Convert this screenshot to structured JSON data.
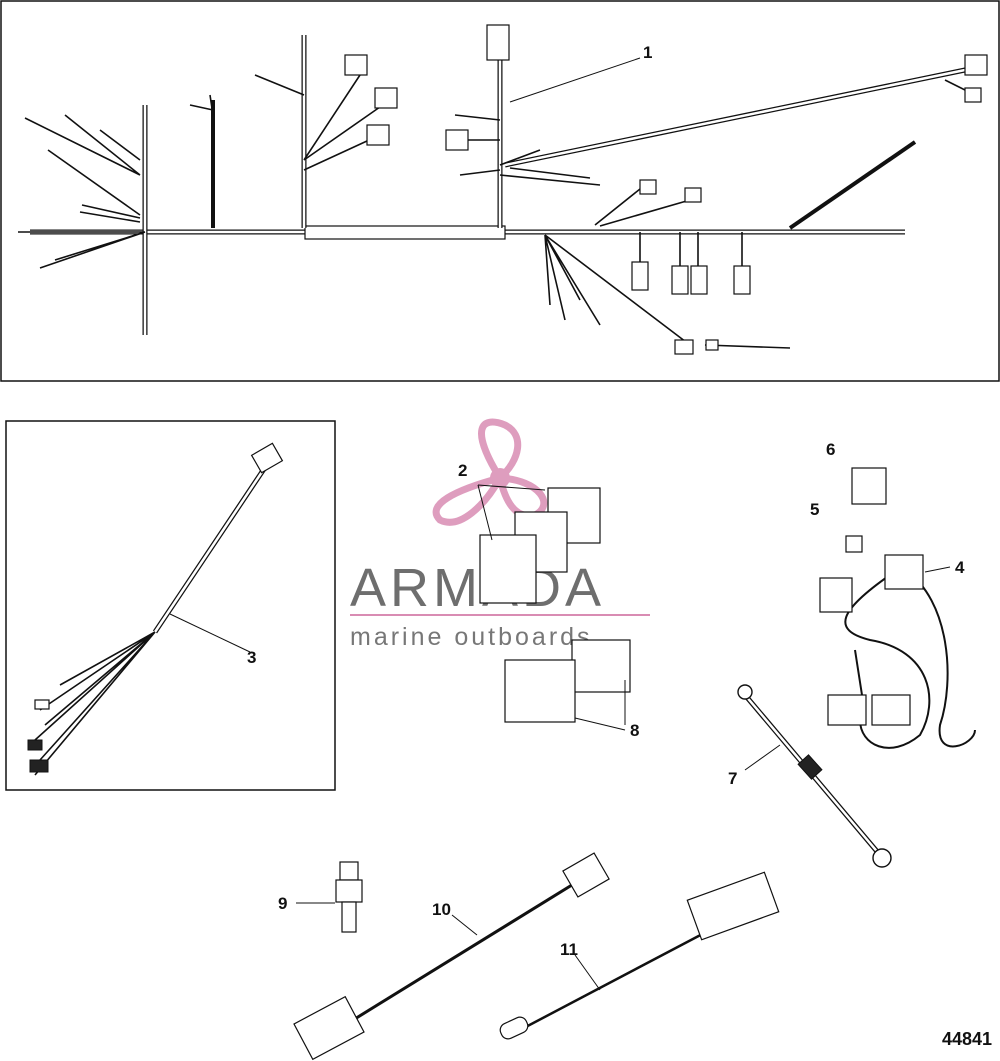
{
  "figure_number": "44841",
  "callouts": [
    "1",
    "2",
    "3",
    "4",
    "5",
    "6",
    "7",
    "8",
    "9",
    "10",
    "11"
  ],
  "watermark": {
    "brand": "ARMADA",
    "tagline": "marine outboards",
    "color": "#d98cb3"
  },
  "colors": {
    "line": "#111111",
    "background": "#ffffff"
  }
}
